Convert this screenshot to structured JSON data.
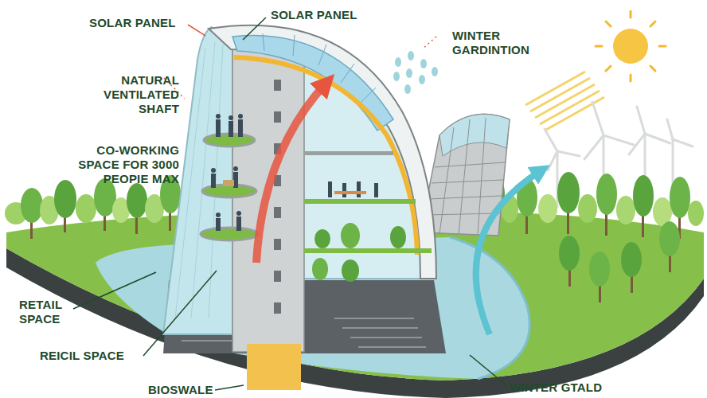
{
  "diagram": {
    "labels": [
      "SOLAR PANEL",
      "SOLAR PANEL",
      "NATURAL VENTILATED SHAFT",
      "CO-WORKING SPACE FOR 3000 PEOPIE MAX",
      "RETAIL SPACE",
      "REICIL SPACE",
      "BIOSWALE",
      "WINTER GARDINTION",
      "WINTER GTALD"
    ]
  }
}
